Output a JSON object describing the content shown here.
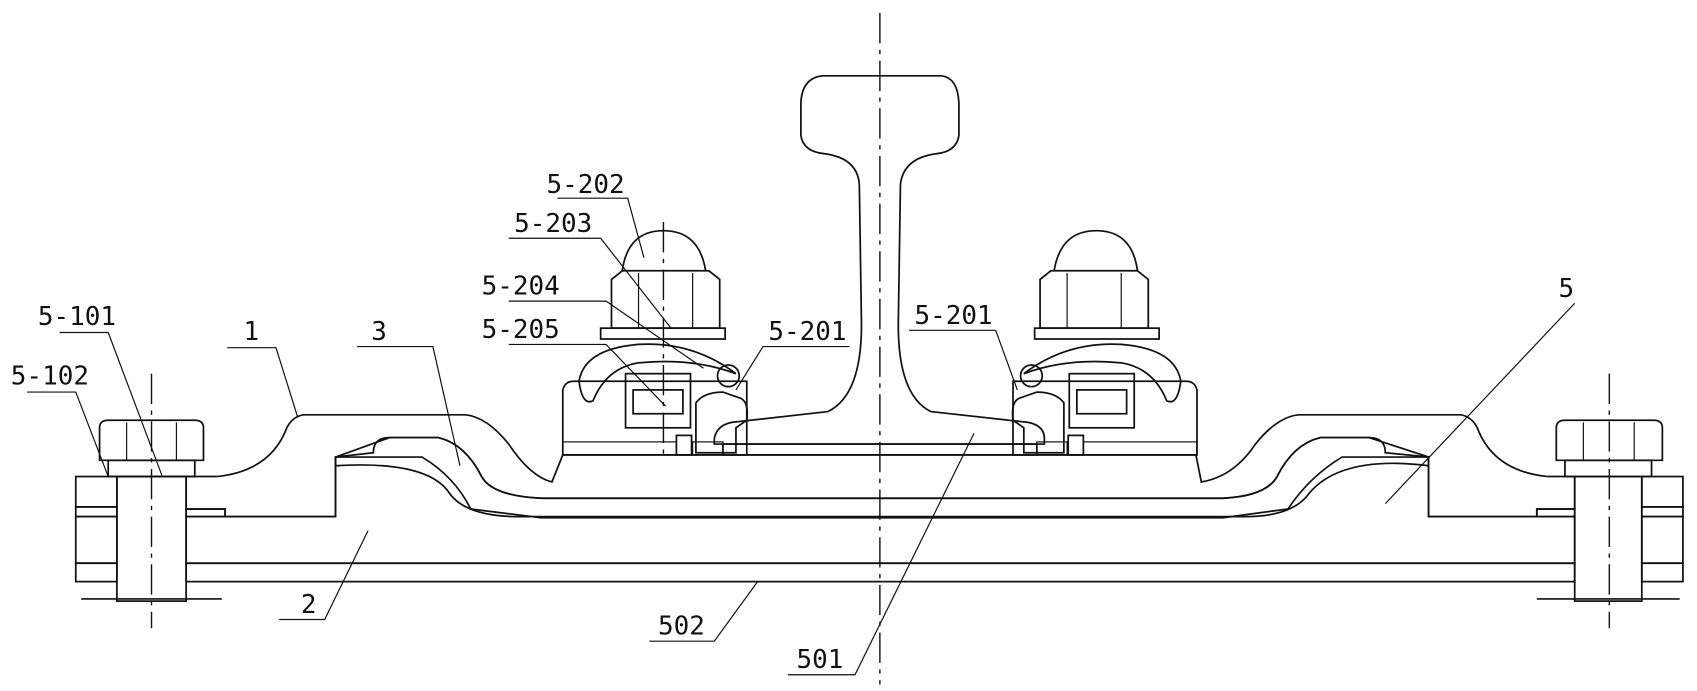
{
  "title": "Rail fastening assembly cross-section",
  "labels": {
    "l_5_202": "5-202",
    "l_5_203": "5-203",
    "l_5_204": "5-204",
    "l_5_205": "5-205",
    "l_5_201_left": "5-201",
    "l_5_201_right": "5-201",
    "l_5_101": "5-101",
    "l_5_102": "5-102",
    "l_1": "1",
    "l_3": "3",
    "l_5": "5",
    "l_2": "2",
    "l_502": "502",
    "l_501": "501"
  }
}
